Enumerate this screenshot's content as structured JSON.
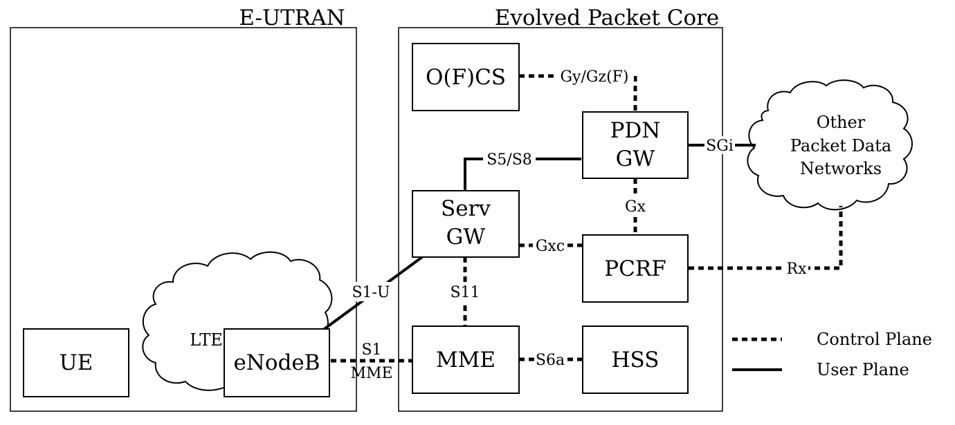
{
  "regions": {
    "eutran": "E-UTRAN",
    "epc": "Evolved Packet Core"
  },
  "nodes": {
    "ofcs": "O(F)CS",
    "pdn_gw": [
      "PDN",
      "GW"
    ],
    "serv_gw": [
      "Serv",
      "GW"
    ],
    "pcrf": "PCRF",
    "mme": "MME",
    "hss": "HSS",
    "ue": "UE",
    "enodeb": "eNodeB",
    "lte": "LTE",
    "other_networks": [
      "Other",
      "Packet Data",
      "Networks"
    ]
  },
  "interfaces": {
    "gy_gz": "Gy/Gz(F)",
    "s5_s8": "S5/S8",
    "sgi": "SGi",
    "gx": "Gx",
    "gxc": "Gxc",
    "rx": "Rx",
    "s11": "S11",
    "s1u": "S1-U",
    "s1_mme": [
      "S1",
      "MME"
    ],
    "s6a": "S6a"
  },
  "legend": {
    "control_plane": "Control Plane",
    "user_plane": "User Plane"
  }
}
